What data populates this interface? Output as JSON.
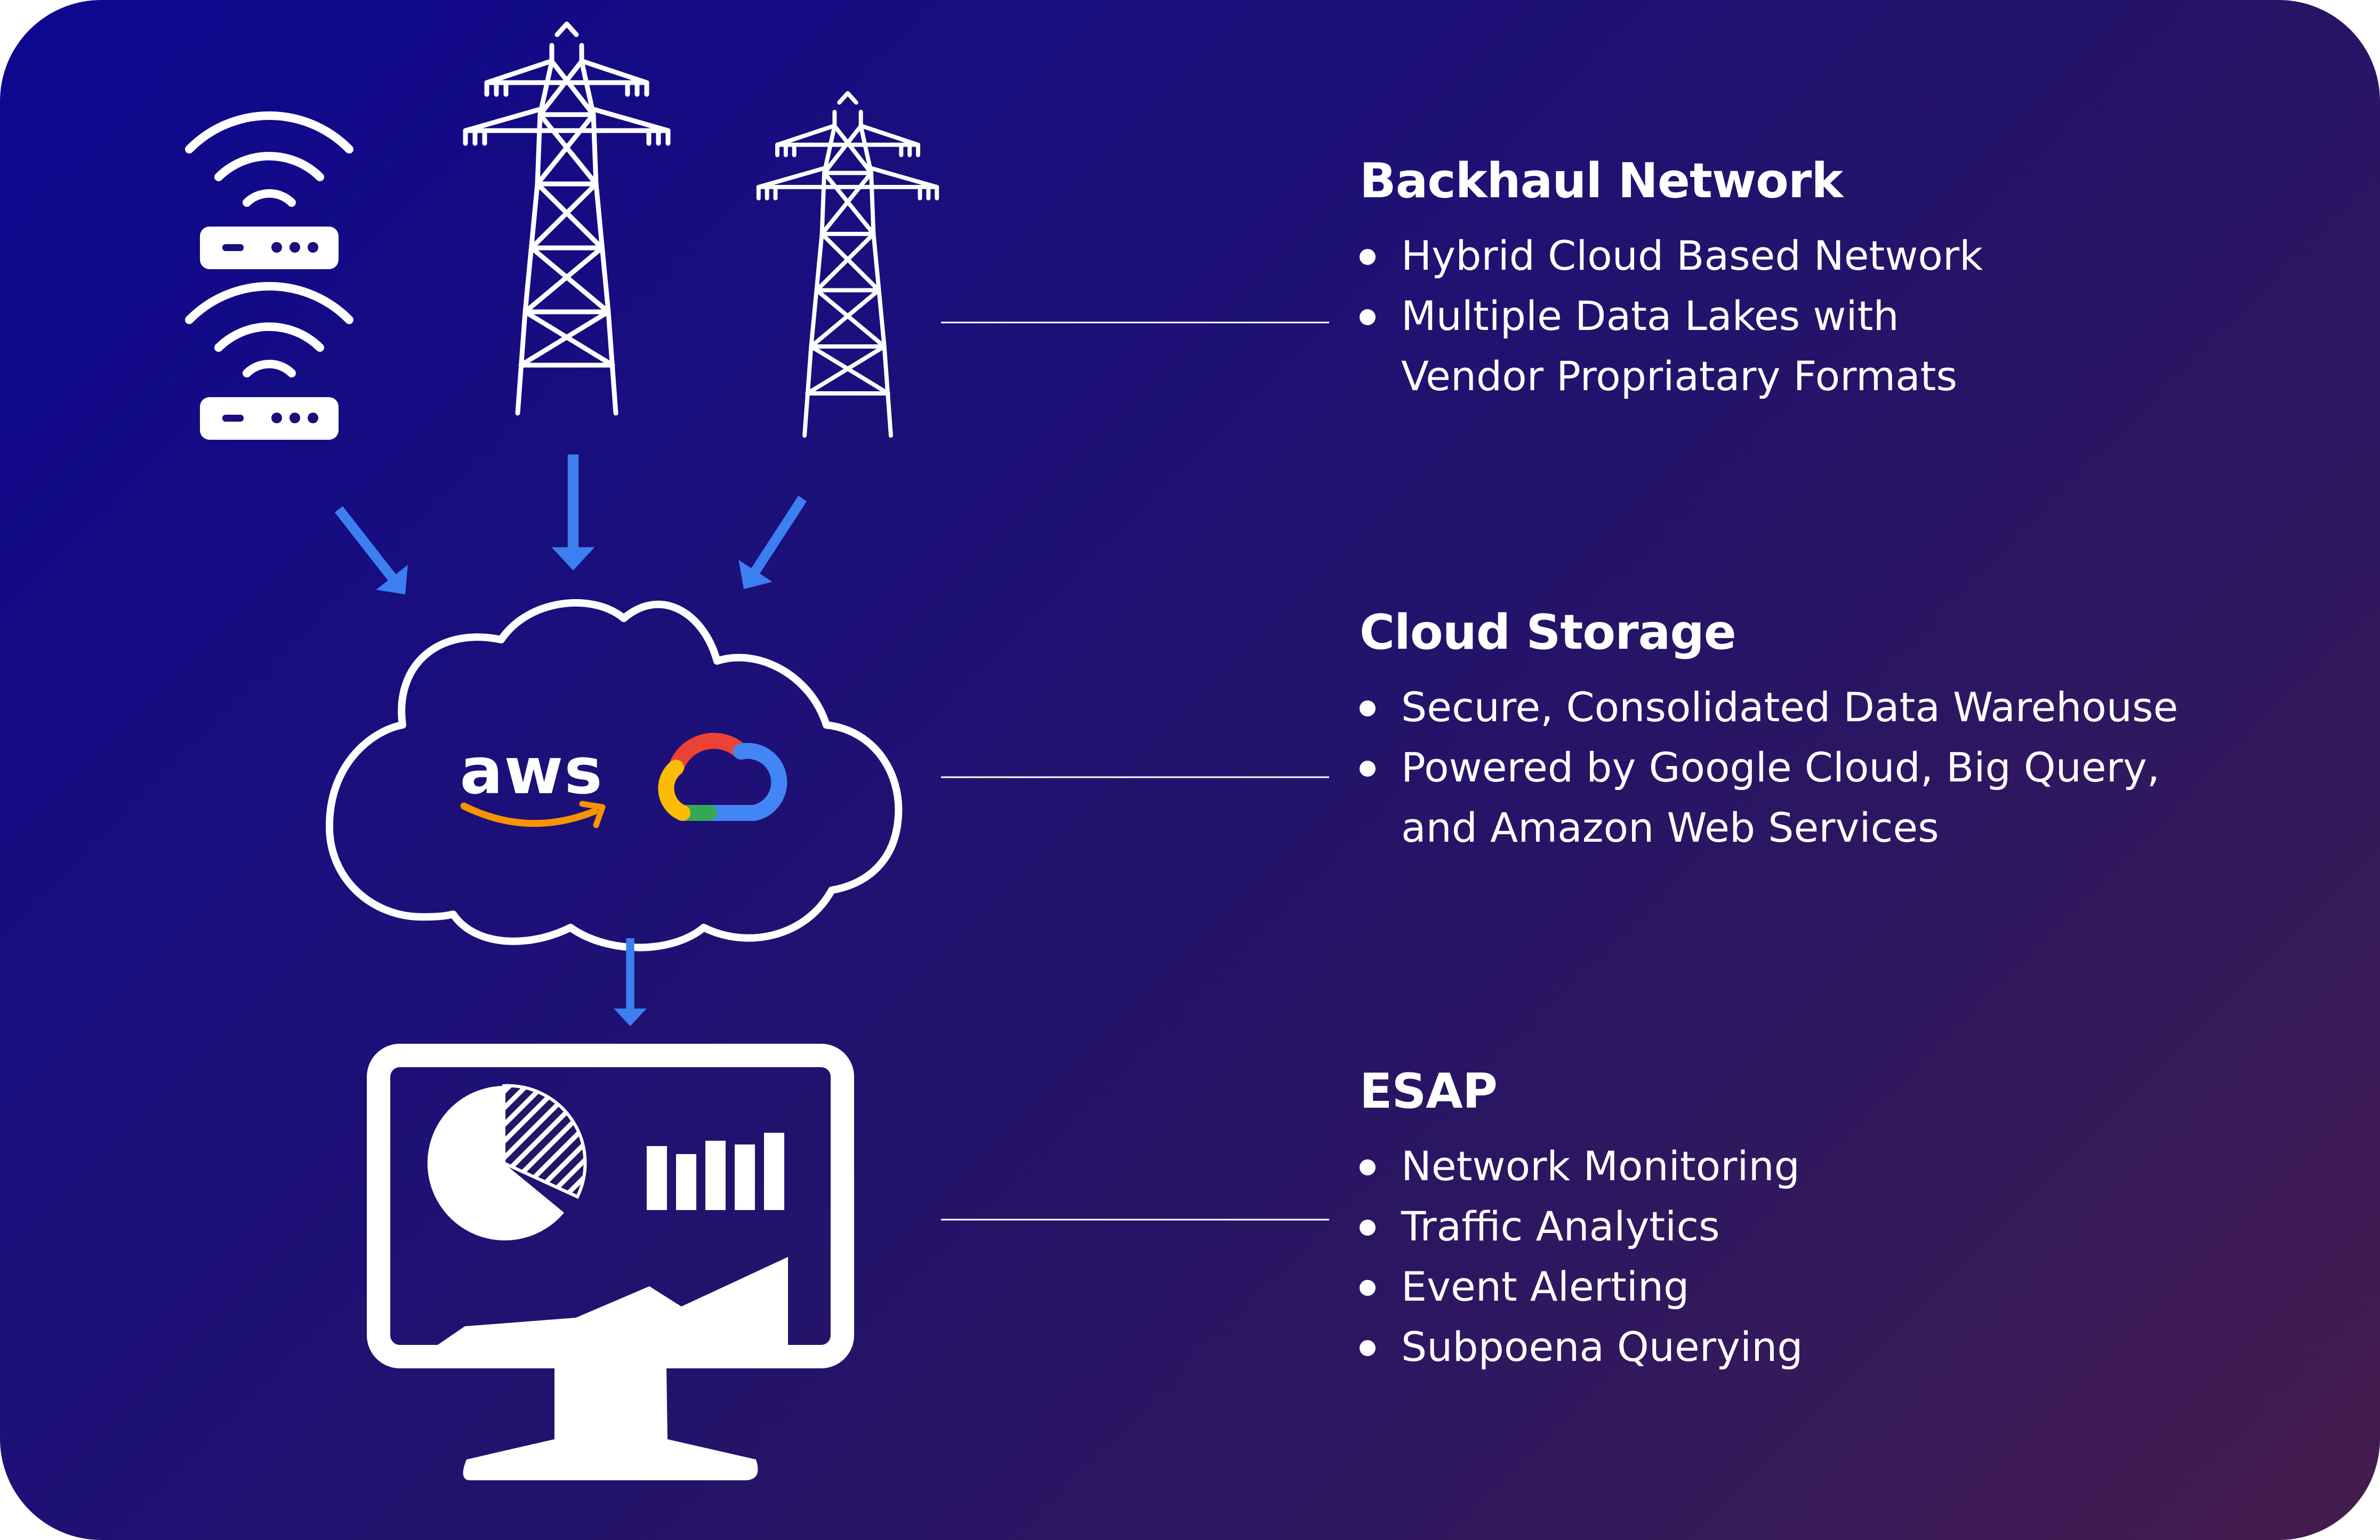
{
  "colors": {
    "bg_start": "#0c0790",
    "bg_end": "#451b4c",
    "arrow": "#3b7ff0",
    "line": "#ffffff"
  },
  "icons": [
    "wifi-router-icon",
    "wifi-router-icon",
    "power-tower-icon",
    "power-tower-icon",
    "arrow-down-icon",
    "cloud-icon",
    "aws-logo",
    "google-cloud-logo",
    "monitor-dashboard-icon"
  ],
  "aws_logo_text": "aws",
  "sections": [
    {
      "title": "Backhaul Network",
      "bullets": [
        "Hybrid Cloud Based Network",
        "Multiple Data Lakes with",
        "Vendor Propriatary Formats"
      ]
    },
    {
      "title": "Cloud Storage",
      "bullets": [
        "Secure, Consolidated Data Warehouse",
        "Powered by Google Cloud, Big Query,",
        "and Amazon Web Services"
      ]
    },
    {
      "title": "ESAP",
      "bullets": [
        "Network Monitoring",
        "Traffic Analytics",
        "Event Alerting",
        "Subpoena Querying"
      ]
    }
  ]
}
